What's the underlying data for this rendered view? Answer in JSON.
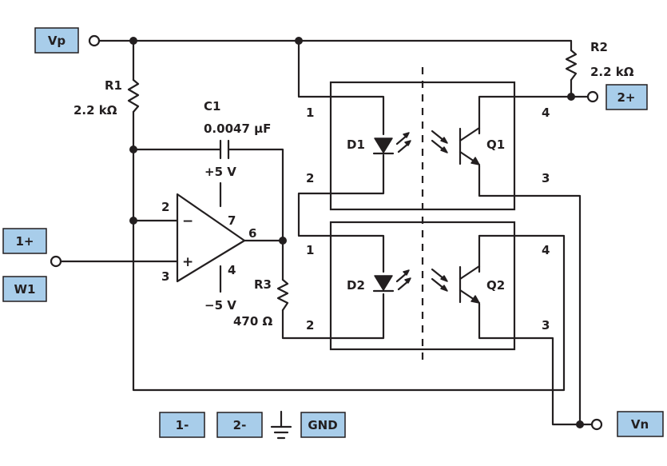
{
  "terminals": {
    "vp": "Vp",
    "one_plus": "1+",
    "w1": "W1",
    "two_plus": "2+",
    "vn": "Vn",
    "one_minus": "1-",
    "two_minus": "2-",
    "gnd": "GND"
  },
  "components": {
    "r1": {
      "name": "R1",
      "value": "2.2 kΩ"
    },
    "r2": {
      "name": "R2",
      "value": "2.2 kΩ"
    },
    "r3": {
      "name": "R3",
      "value": "470 Ω"
    },
    "c1": {
      "name": "C1",
      "value": "0.0047 µF"
    },
    "d1": "D1",
    "d2": "D2",
    "q1": "Q1",
    "q2": "Q2"
  },
  "opamp": {
    "supply_pos": "+5 V",
    "supply_neg": "−5 V",
    "pin_inv": "2",
    "pin_noninv": "3",
    "pin_out": "6",
    "pin_vpos": "7",
    "pin_vneg": "4",
    "sign_minus": "−",
    "sign_plus": "+"
  },
  "optocoupler_pins": {
    "top_anode": "1",
    "top_cathode": "2",
    "top_collector": "4",
    "top_emitter": "3",
    "bottom_anode": "1",
    "bottom_cathode": "2",
    "bottom_collector": "4",
    "bottom_emitter": "3"
  },
  "colors": {
    "terminal_fill": "#a8cdea",
    "ink": "#231f20"
  }
}
